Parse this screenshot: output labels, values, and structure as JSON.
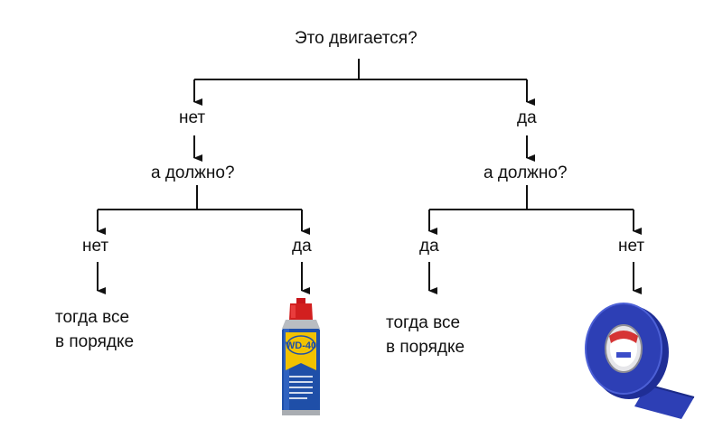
{
  "root": {
    "question": "Это двигается?"
  },
  "left": {
    "answer": "нет",
    "question": "а должно?",
    "leaf_no": {
      "answer": "нет",
      "result_line1": "тогда все",
      "result_line2": "в порядке"
    },
    "leaf_yes": {
      "answer": "да",
      "image_label": "WD-40",
      "image_icon": "spray-can-icon"
    }
  },
  "right": {
    "answer": "да",
    "question": "а должно?",
    "leaf_yes": {
      "answer": "да",
      "result_line1": "тогда все",
      "result_line2": "в порядке"
    },
    "leaf_no": {
      "answer": "нет",
      "image_icon": "duct-tape-icon"
    }
  },
  "colors": {
    "line": "#111111",
    "can_blue": "#1f4fa8",
    "can_yellow": "#f2c200",
    "can_red": "#d21f1f",
    "tape": "#2d3fb5"
  }
}
